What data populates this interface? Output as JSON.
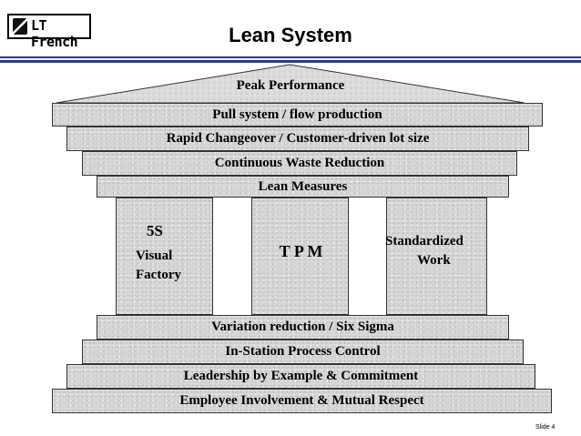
{
  "header": {
    "logo_text": "LT French",
    "title": "Lean  System"
  },
  "roof": {
    "peak_label": "Peak Performance",
    "bands": [
      "Pull system / flow production",
      "Rapid Changeover / Customer-driven lot size",
      "Continuous Waste Reduction",
      "Lean Measures"
    ]
  },
  "pillars": {
    "left": {
      "line1": "5S",
      "line2": "Visual",
      "line3": "Factory"
    },
    "center": {
      "label": "T P M"
    },
    "right": {
      "line1": "Standardized",
      "line2": "Work"
    }
  },
  "foundation": {
    "bands": [
      "Variation reduction / Six Sigma",
      "In-Station Process Control",
      "Leadership by Example & Commitment",
      "Employee Involvement & Mutual Respect"
    ]
  },
  "footer": {
    "slide_label": "Slide 4"
  },
  "colors": {
    "rule": "#2b3a8c",
    "stone": "#dcdcdc",
    "outline": "#333333"
  }
}
